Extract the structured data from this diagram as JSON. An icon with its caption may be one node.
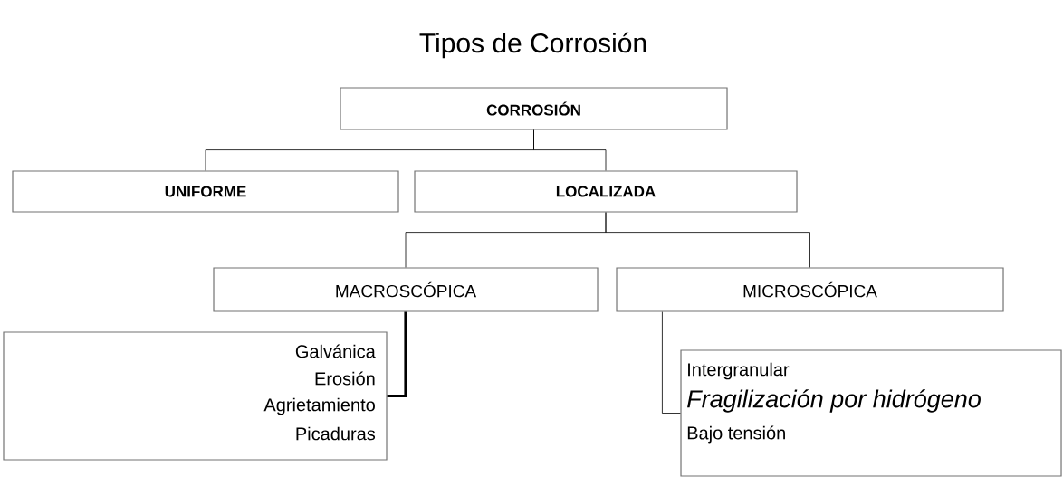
{
  "diagram": {
    "title": "Tipos de Corrosión",
    "nodes": [
      {
        "text": [
          "CORROSIÓN"
        ]
      },
      {
        "text": [
          "UNIFORME"
        ]
      },
      {
        "text": [
          "LOCALIZADA"
        ]
      },
      {
        "text": [
          "MACROSCÓPICA"
        ]
      },
      {
        "text": [
          "MICROSCÓPICA"
        ]
      },
      {
        "text": [
          "Galvánica",
          "Erosión",
          "Agrietamiento",
          "Picaduras"
        ]
      },
      {
        "text": [
          "Intergranular",
          "Fragilización por hidrógeno",
          "Bajo tensión"
        ]
      }
    ],
    "edges": [
      {
        "from": 0,
        "to": 1,
        "arrow": "none"
      },
      {
        "from": 0,
        "to": 2,
        "arrow": "none"
      },
      {
        "from": 2,
        "to": 3,
        "arrow": "none"
      },
      {
        "from": 2,
        "to": 4,
        "arrow": "none"
      },
      {
        "from": 3,
        "to": 5,
        "arrow": "none",
        "style": "thick"
      },
      {
        "from": 4,
        "to": 6,
        "arrow": "none"
      }
    ]
  }
}
